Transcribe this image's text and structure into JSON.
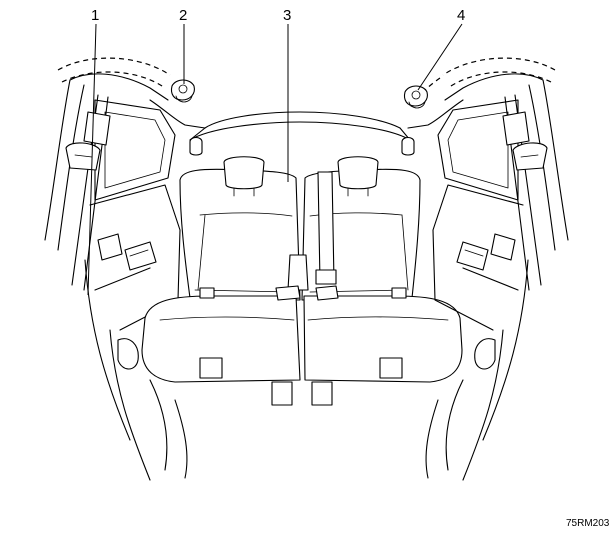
{
  "figure": {
    "callouts": [
      {
        "id": "1",
        "label": "1"
      },
      {
        "id": "2",
        "label": "2"
      },
      {
        "id": "3",
        "label": "3"
      },
      {
        "id": "4",
        "label": "4"
      }
    ],
    "reference_code": "75RM203"
  }
}
